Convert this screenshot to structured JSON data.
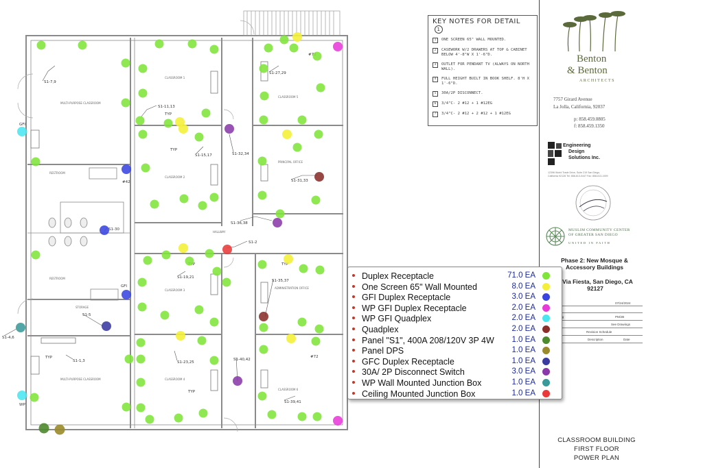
{
  "key_notes": {
    "title": "KEY NOTES FOR DETAIL",
    "title_number": "1",
    "items": [
      {
        "num": "1",
        "text": "ONE SCREEN 65\" WALL MOUNTED."
      },
      {
        "num": "2",
        "text": "CASEWORK W/2 DRAWERS AT TOP & CABINET BELOW 4'-8\"W X 1'-6\"D."
      },
      {
        "num": "3",
        "text": "OUTLET FOR PENDANT TV (ALWAYS ON NORTH WALL)."
      },
      {
        "num": "4",
        "text": "FULL HEIGHT BUILT IN BOOK SHELF. 8'H X 1'-6\"D."
      },
      {
        "num": "5",
        "text": "30A/2P DISCONNECT."
      },
      {
        "num": "6",
        "text": "3/4\"C- 2 #12 + 1 #12EG"
      },
      {
        "num": "7",
        "text": "3/4\"C- 2 #12 + 2 #12 + 1 #12EG"
      }
    ]
  },
  "title_block": {
    "firm_line1": "Benton",
    "firm_line2": "& Benton",
    "firm_sub": "ARCHITECTS",
    "address1": "7757 Girard Avenue",
    "address2": "La Jolla, California, 92037",
    "phone": "p: 858.459.0805",
    "fax": "f: 858.459.1350",
    "engineer": [
      "Engineering",
      "Design",
      "Solutions Inc."
    ],
    "engineer_address": "12396 World Trade Drive, Suite 219 San Diego, California 92128 Tel: 858-613-0447 Fax: 858-613-1909",
    "client_line1": "MUSLIM COMMUNITY CENTER",
    "client_line2": "OF GREATER SAN DIEGO",
    "client_line3": "UNITED IN FAITH",
    "project_phase": "Phase 2: New Mosque & Accessory Buildings",
    "project_address": "3 Via Fiesta, San Diego, CA 92127",
    "date": "07/24/2024",
    "drawing_label": "rawing",
    "drawing_by": "PM/JB",
    "see_drawings": "See Drawings",
    "revision_schedule": "Revision Schedule",
    "rev_cols": [
      "#",
      "Description",
      "Date"
    ],
    "sheet_title": [
      "CLASSROOM BUILDING",
      "FIRST FLOOR",
      "POWER PLAN"
    ]
  },
  "legend": {
    "items": [
      {
        "label": "Duplex Receptacle",
        "qty": "71.0 EA",
        "color": "#7fe53a"
      },
      {
        "label": "One Screen 65\" Wall Mounted",
        "qty": "8.0 EA",
        "color": "#f4ef3a"
      },
      {
        "label": "GFI Duplex Receptacle",
        "qty": "3.0 EA",
        "color": "#3a44e0"
      },
      {
        "label": "WP GFI Duplex Receptacle",
        "qty": "2.0 EA",
        "color": "#e83ad8"
      },
      {
        "label": "WP GFI Quadplex",
        "qty": "2.0 EA",
        "color": "#4ae6f0"
      },
      {
        "label": "Quadplex",
        "qty": "2.0 EA",
        "color": "#8a2f2a"
      },
      {
        "label": "Panel \"S1\", 400A 208/120V 3P 4W",
        "qty": "1.0 EA",
        "color": "#4e8a2e"
      },
      {
        "label": "Panel DPS",
        "qty": "1.0 EA",
        "color": "#9a8a2a"
      },
      {
        "label": "GFC Duplex Receptacle",
        "qty": "1.0 EA",
        "color": "#3a3aa0"
      },
      {
        "label": "30A/ 2P Disconnect Switch",
        "qty": "3.0 EA",
        "color": "#8a3aa8"
      },
      {
        "label": "WP Wall Mounted Junction Box",
        "qty": "1.0 EA",
        "color": "#3a9a9a"
      },
      {
        "label": "Ceiling Mounted Junction Box",
        "qty": "1.0 EA",
        "color": "#e83a3a"
      }
    ]
  },
  "plan": {
    "callouts": [
      "S1-7,9",
      "S1-11,13",
      "S1-15,17",
      "S1-32,34",
      "S1-27,29",
      "S1-31,33",
      "S1-36,38",
      "S1-30",
      "S1-2",
      "S1-19,21",
      "S1-35,37",
      "S1-4,6",
      "S1-5",
      "S1-1,3",
      "S1-23,25",
      "S1-40,42",
      "S1-39,41",
      "TYP",
      "TYP",
      "TYP",
      "TYP",
      "TYP",
      "TYP",
      "GFI",
      "GFI",
      "WP",
      "#42",
      "#72",
      "#72"
    ],
    "room_labels": [
      "MULTI-PURPOSE CLASSROOM",
      "CLASSROOM 1",
      "CLASSROOM 5",
      "CLASSROOM 2",
      "PRINCIPAL OFFICE",
      "RESTROOM",
      "RESTROOM",
      "HALLWAY",
      "CLASSROOM 3",
      "ADMINISTRATION OFFICE",
      "STORAGE",
      "MULTI-PURPOSE CLASSROOM",
      "CLASSROOM 4",
      "CLASSROOM 6"
    ]
  }
}
